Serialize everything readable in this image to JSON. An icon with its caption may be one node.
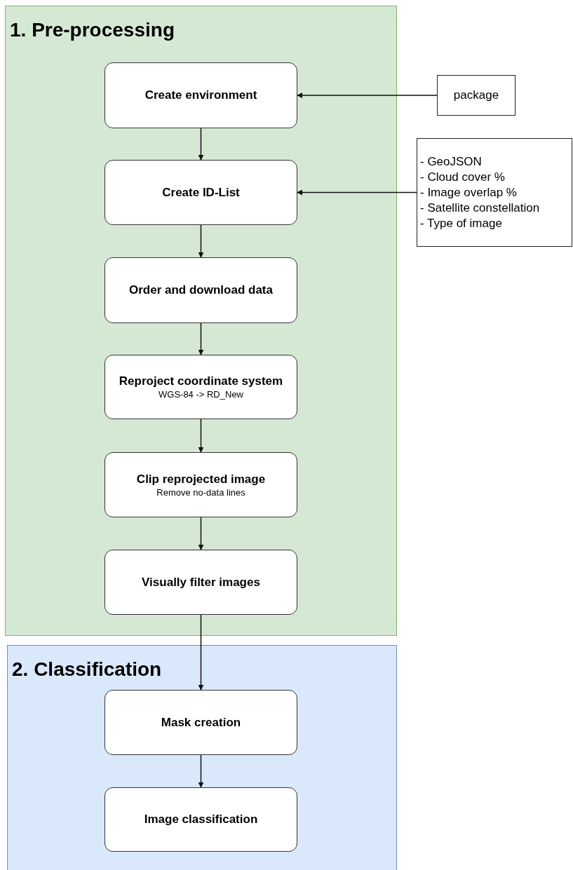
{
  "diagram": {
    "nodes": [
      {
        "text": [
          "1. Pre-processing"
        ]
      },
      {
        "text": [
          "Create environment"
        ],
        "in": 0
      },
      {
        "text": [
          "Create ID-List"
        ],
        "in": 0
      },
      {
        "text": [
          "Order and download data"
        ],
        "in": 0
      },
      {
        "text": [
          "Reproject coordinate system",
          "WGS-84 -> RD_New"
        ],
        "in": 0
      },
      {
        "text": [
          "Clip reprojected image",
          "Remove no-data lines"
        ],
        "in": 0
      },
      {
        "text": [
          "Visually filter images"
        ],
        "in": 0
      },
      {
        "text": [
          "2. Classification"
        ]
      },
      {
        "text": [
          "Mask creation"
        ],
        "in": 7
      },
      {
        "text": [
          "Image classification"
        ],
        "in": 7
      },
      {
        "text": [
          "package"
        ]
      },
      {
        "text": [
          "- GeoJSON",
          "- Cloud cover %",
          "- Image overlap %",
          "- Satellite constellation",
          "- Type of image"
        ]
      }
    ],
    "edges": [
      {
        "from": 10,
        "to": 1,
        "arrow": "to"
      },
      {
        "from": 11,
        "to": 2,
        "arrow": "to"
      },
      {
        "from": 1,
        "to": 2,
        "arrow": "to"
      },
      {
        "from": 2,
        "to": 3,
        "arrow": "to"
      },
      {
        "from": 3,
        "to": 4,
        "arrow": "to"
      },
      {
        "from": 4,
        "to": 5,
        "arrow": "to"
      },
      {
        "from": 5,
        "to": 6,
        "arrow": "to"
      },
      {
        "from": 6,
        "to": 8,
        "arrow": "to"
      },
      {
        "from": 8,
        "to": 9,
        "arrow": "to"
      }
    ]
  }
}
